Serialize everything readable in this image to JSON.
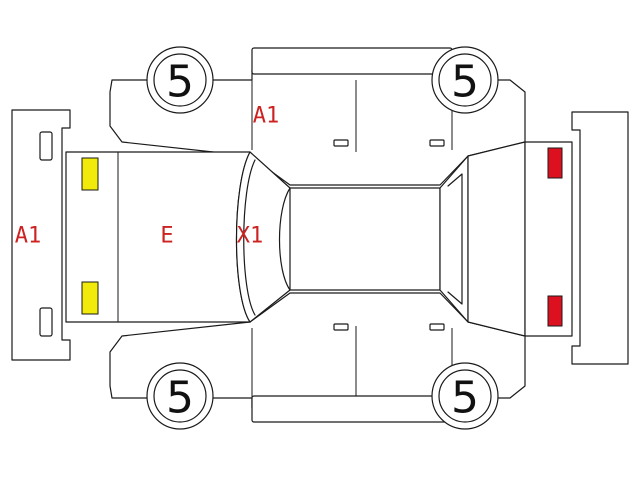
{
  "colors": {
    "code_text": "#cc2222",
    "lamp_yellow": "#f2ea0a",
    "lamp_red": "#dd1020",
    "outline": "#1a1a1a"
  },
  "wheels": {
    "front_top": "5",
    "rear_top": "5",
    "front_bottom": "5",
    "rear_bottom": "5"
  },
  "codes": {
    "front_bumper": "A1",
    "hood": "E",
    "windshield_area": "X1",
    "front_door_top": "A1"
  },
  "lamps": {
    "headlamp_top": "yellow",
    "headlamp_bottom": "yellow",
    "taillamp_top": "red",
    "taillamp_bottom": "red"
  }
}
